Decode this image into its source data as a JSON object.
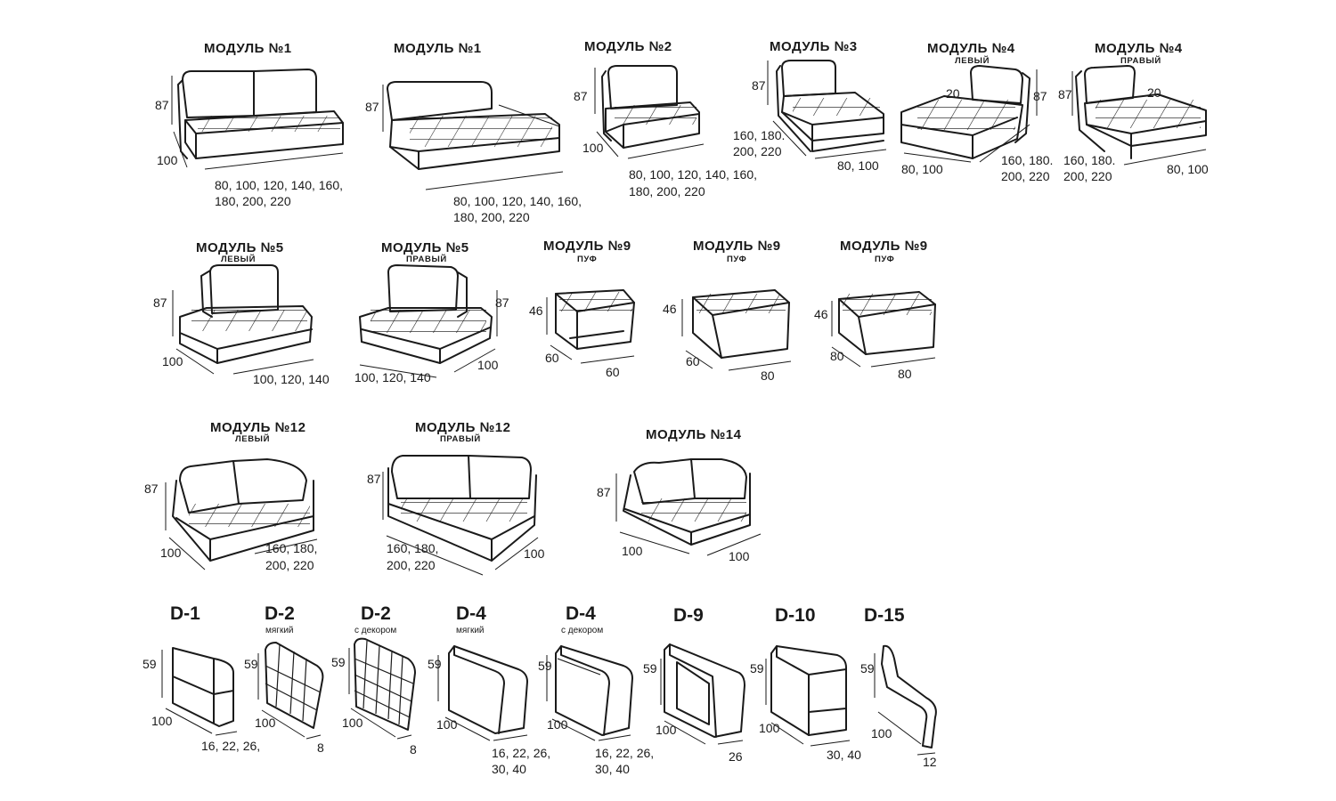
{
  "modules": [
    {
      "title": "МОДУЛЬ №1",
      "sub": "",
      "dims": [
        "87",
        "100",
        "80, 100, 120, 140, 160,",
        "180, 200, 220"
      ]
    },
    {
      "title": "МОДУЛЬ №1",
      "sub": "",
      "dims": [
        "87",
        "80, 100, 120, 140, 160,",
        "180, 200, 220"
      ]
    },
    {
      "title": "МОДУЛЬ №2",
      "sub": "",
      "dims": [
        "87",
        "100",
        "80, 100, 120, 140, 160,",
        "180, 200, 220"
      ]
    },
    {
      "title": "МОДУЛЬ №3",
      "sub": "",
      "dims": [
        "87",
        "160, 180.",
        "200, 220",
        "80, 100"
      ]
    },
    {
      "title": "МОДУЛЬ №4",
      "sub": "ЛЕВЫЙ",
      "dims": [
        "20",
        "87",
        "80, 100",
        "160, 180.",
        "200, 220"
      ]
    },
    {
      "title": "МОДУЛЬ №4",
      "sub": "ПРАВЫЙ",
      "dims": [
        "87",
        "20",
        "160, 180.",
        "200, 220",
        "80, 100"
      ]
    },
    {
      "title": "МОДУЛЬ №5",
      "sub": "ЛЕВЫЙ",
      "dims": [
        "87",
        "100",
        "100, 120, 140"
      ]
    },
    {
      "title": "МОДУЛЬ №5",
      "sub": "ПРАВЫЙ",
      "dims": [
        "87",
        "100",
        "100, 120, 140"
      ]
    },
    {
      "title": "МОДУЛЬ №9",
      "sub": "ПУФ",
      "dims": [
        "46",
        "60",
        "60"
      ]
    },
    {
      "title": "МОДУЛЬ №9",
      "sub": "ПУФ",
      "dims": [
        "46",
        "60",
        "80"
      ]
    },
    {
      "title": "МОДУЛЬ №9",
      "sub": "ПУФ",
      "dims": [
        "46",
        "80",
        "80"
      ]
    },
    {
      "title": "МОДУЛЬ №12",
      "sub": "ЛЕВЫЙ",
      "dims": [
        "87",
        "100",
        "160, 180,",
        "200, 220"
      ]
    },
    {
      "title": "МОДУЛЬ №12",
      "sub": "ПРАВЫЙ",
      "dims": [
        "87",
        "160, 180,",
        "200, 220",
        "100"
      ]
    },
    {
      "title": "МОДУЛЬ №14",
      "sub": "",
      "dims": [
        "87",
        "100",
        "100"
      ]
    }
  ],
  "armrests": [
    {
      "title": "D-1",
      "sub": "",
      "dims": [
        "59",
        "100",
        "16, 22, 26,"
      ]
    },
    {
      "title": "D-2",
      "sub": "мягкий",
      "dims": [
        "59",
        "100",
        "8"
      ]
    },
    {
      "title": "D-2",
      "sub": "с декором",
      "dims": [
        "59",
        "100",
        "8"
      ]
    },
    {
      "title": "D-4",
      "sub": "мягкий",
      "dims": [
        "59",
        "100",
        "16, 22, 26,",
        "30, 40"
      ]
    },
    {
      "title": "D-4",
      "sub": "с декором",
      "dims": [
        "59",
        "100",
        "16, 22, 26,",
        "30, 40"
      ]
    },
    {
      "title": "D-9",
      "sub": "",
      "dims": [
        "59",
        "100",
        "26"
      ]
    },
    {
      "title": "D-10",
      "sub": "",
      "dims": [
        "59",
        "100",
        "30, 40"
      ]
    },
    {
      "title": "D-15",
      "sub": "",
      "dims": [
        "59",
        "100",
        "12"
      ]
    }
  ]
}
